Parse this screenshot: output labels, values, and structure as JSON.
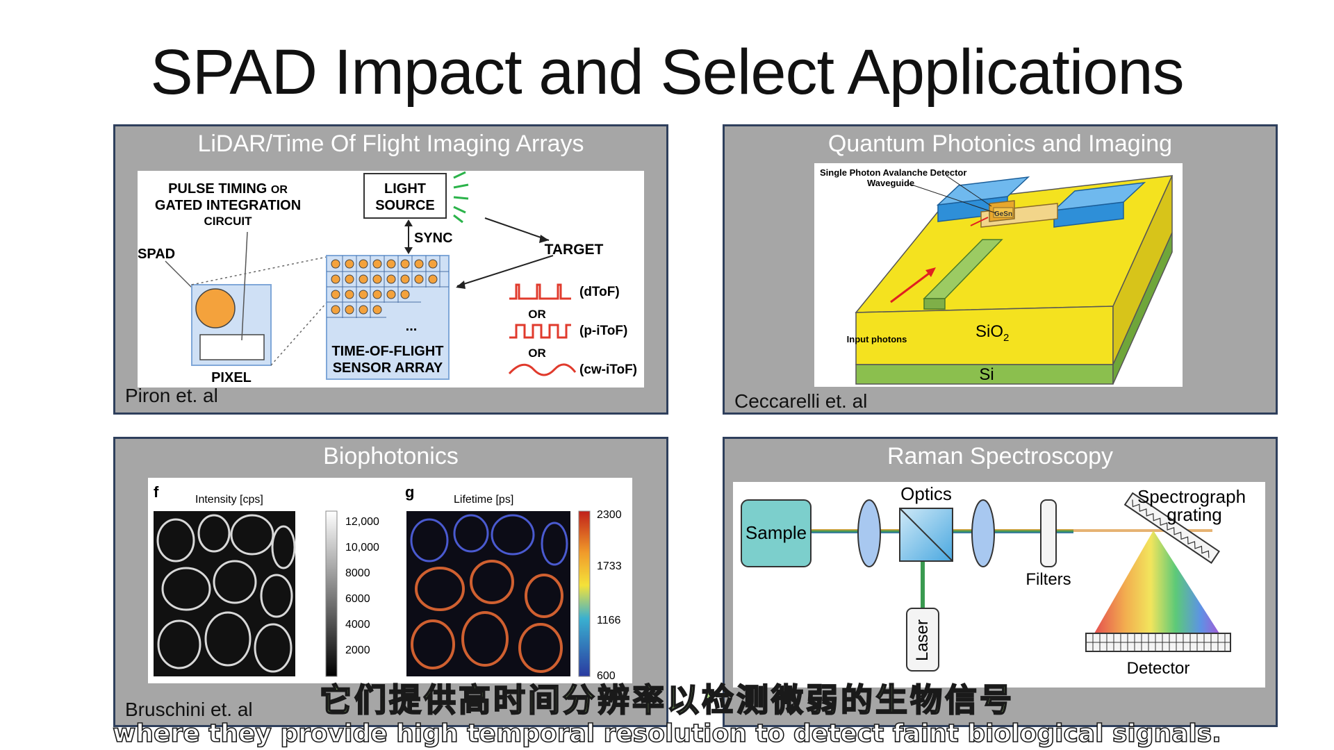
{
  "slide": {
    "title": "SPAD Impact and Select Applications"
  },
  "panels": {
    "lidar": {
      "title": "LiDAR/Time Of Flight Imaging Arrays",
      "credit": "Piron et. al",
      "labels": {
        "pulse1": "PULSE TIMING",
        "pulse_or": "OR",
        "pulse2": "GATED INTEGRATION",
        "pulse3": "CIRCUIT",
        "light1": "LIGHT",
        "light2": "SOURCE",
        "sync": "SYNC",
        "target": "TARGET",
        "spad": "SPAD",
        "pixel": "PIXEL",
        "dots": "...",
        "tof1": "TIME-OF-FLIGHT",
        "tof2": "SENSOR ARRAY",
        "dtof": "(dToF)",
        "or1": "OR",
        "pitof": "(p-iToF)",
        "or2": "OR",
        "cwitof": "(cw-iToF)"
      }
    },
    "quantum": {
      "title": "Quantum Photonics and Imaging",
      "credit": "Ceccarelli et. al",
      "labels": {
        "detector": "Single Photon Avalanche Detector",
        "waveguide": "Waveguide",
        "gesn": "GeSn",
        "input": "Input photons",
        "sio2": "SiO",
        "sio2_sub": "2",
        "si": "Si"
      }
    },
    "bio": {
      "title": "Biophotonics",
      "credit": "Bruschini et. al",
      "left": {
        "letter": "f",
        "label": "Intensity [cps]",
        "ticks": [
          "12,000",
          "10,000",
          "8000",
          "6000",
          "4000",
          "2000"
        ]
      },
      "right": {
        "letter": "g",
        "label": "Lifetime [ps]",
        "ticks": [
          "2300",
          "1733",
          "1166",
          "600"
        ]
      }
    },
    "raman": {
      "title": "Raman Spectroscopy",
      "labels": {
        "sample": "Sample",
        "optics": "Optics",
        "spectro1": "Spectrograph",
        "spectro2": "grating",
        "filters": "Filters",
        "laser": "Laser",
        "detector": "Detector"
      }
    }
  },
  "subtitles": {
    "chinese": "它们提供高时间分辨率以检测微弱的生物信号",
    "english": "where they provide high temporal resolution to detect faint biological signals."
  },
  "colors": {
    "panel_bg": "#a6a6a6",
    "panel_border": "#2e3f5c",
    "subtitle_cn": "#b8f08c"
  }
}
